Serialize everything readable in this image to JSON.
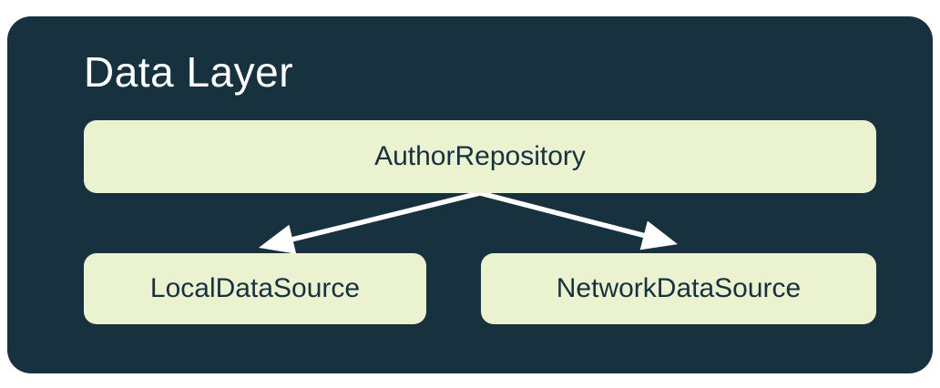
{
  "diagram": {
    "title": "Data Layer",
    "nodes": {
      "repository": {
        "label": "AuthorRepository"
      },
      "local": {
        "label": "LocalDataSource"
      },
      "network": {
        "label": "NetworkDataSource"
      }
    },
    "edges": [
      {
        "from": "AuthorRepository",
        "to": "LocalDataSource"
      },
      {
        "from": "AuthorRepository",
        "to": "NetworkDataSource"
      }
    ],
    "colors": {
      "page_bg": "#ffffff",
      "container_bg": "#17313f",
      "node_bg": "#ebf2cf",
      "node_text": "#17313f",
      "title_text": "#ffffff",
      "arrow": "#ffffff"
    }
  }
}
